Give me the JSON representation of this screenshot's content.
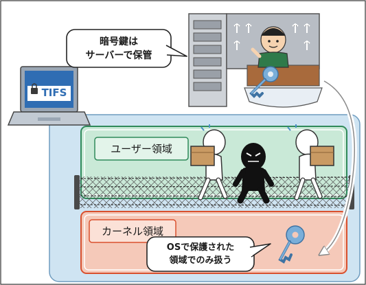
{
  "callouts": {
    "server_storage": "暗号鍵は\nサーバーで保管",
    "os_protected": "OSで保護された\n領域でのみ扱う"
  },
  "regions": {
    "user": "ユーザー領域",
    "kernel": "カーネル領域"
  },
  "laptop": {
    "logo": "TIFS"
  },
  "colors": {
    "user_region": "#c9e9d7",
    "kernel_region": "#f5c9b9",
    "os_area": "#cfe4f2",
    "key": "#7aaed9"
  }
}
